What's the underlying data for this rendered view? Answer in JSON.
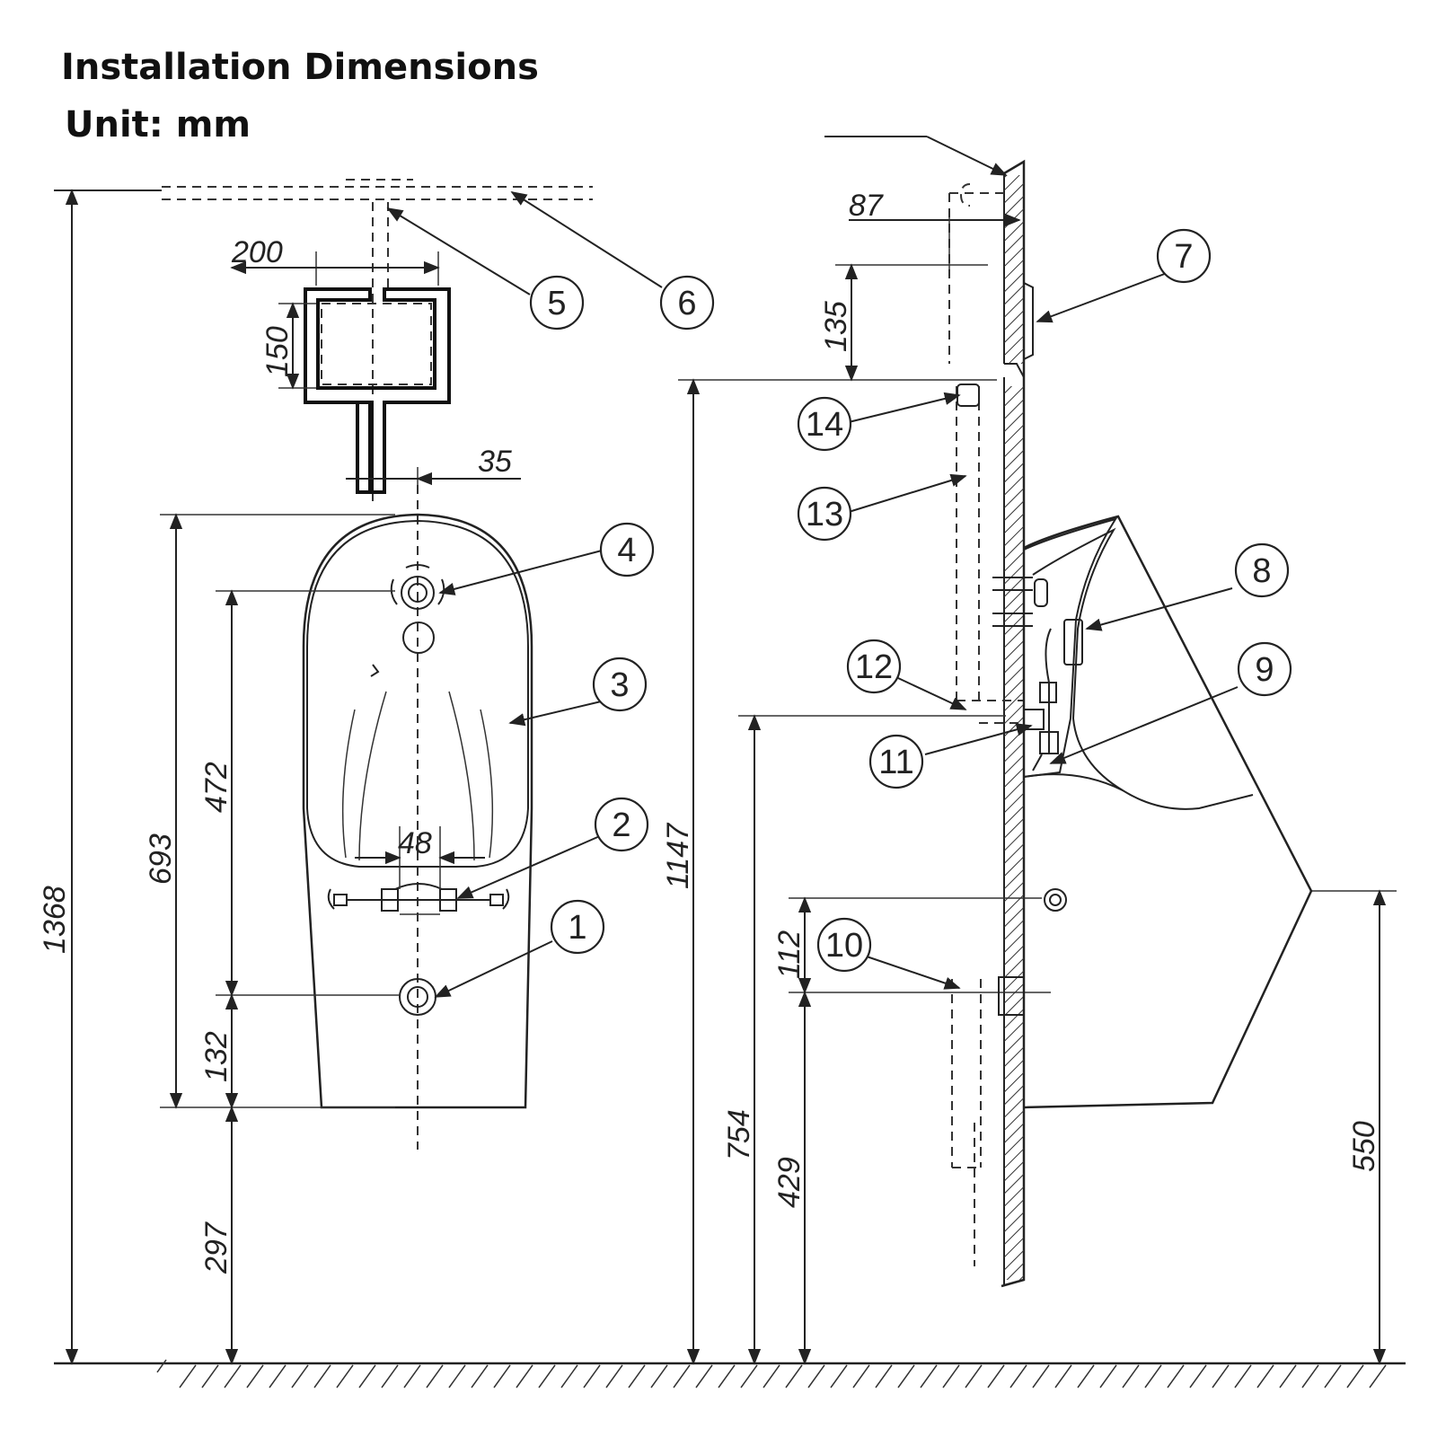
{
  "title": "Installation Dimensions",
  "unit": "Unit: mm",
  "dimensions": {
    "d1368": "1368",
    "d200": "200",
    "d150": "150",
    "d35": "35",
    "d693": "693",
    "d472": "472",
    "d48": "48",
    "d132": "132",
    "d297": "297",
    "d87": "87",
    "d135": "135",
    "d1147": "1147",
    "d754": "754",
    "d112": "112",
    "d429": "429",
    "d550": "550"
  },
  "callouts": [
    "1",
    "2",
    "3",
    "4",
    "5",
    "6",
    "7",
    "8",
    "9",
    "10",
    "11",
    "12",
    "13",
    "14"
  ]
}
